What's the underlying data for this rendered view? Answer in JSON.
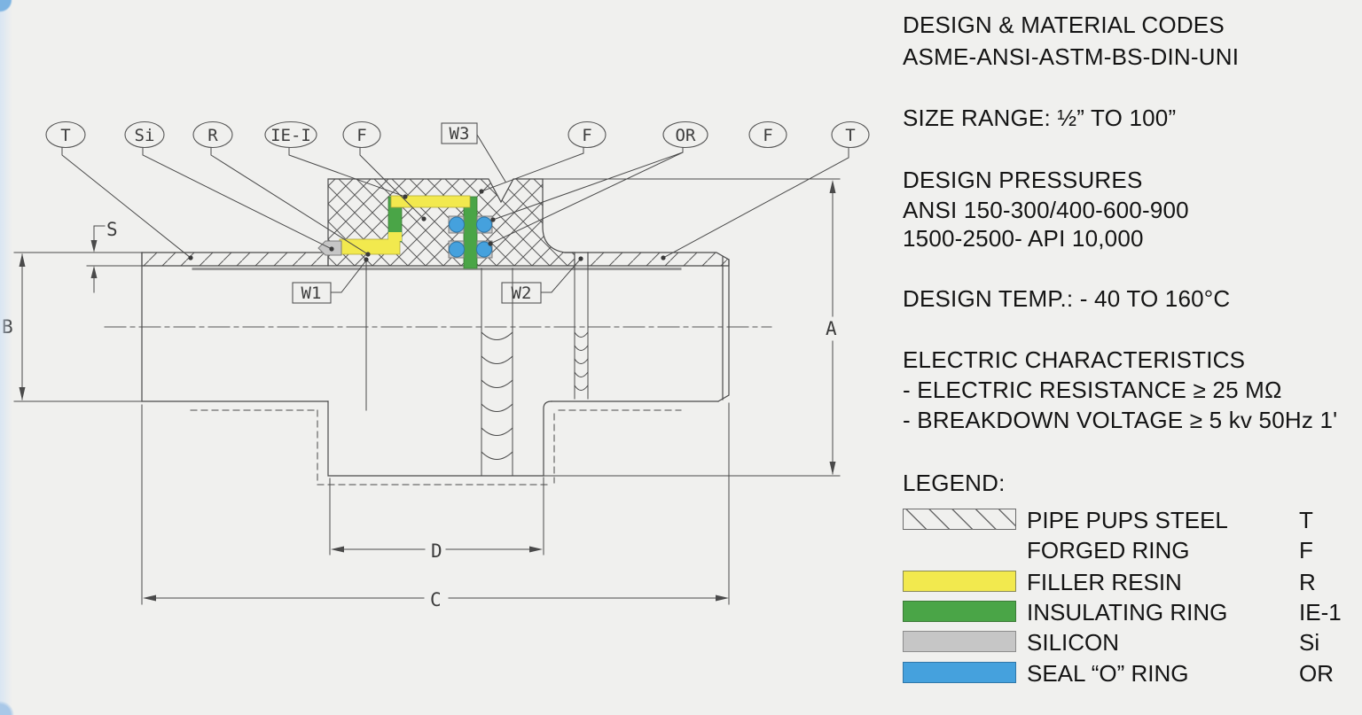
{
  "panel": {
    "codes_title": "DESIGN & MATERIAL CODES",
    "codes_value": "ASME-ANSI-ASTM-BS-DIN-UNI",
    "size_range": "SIZE RANGE: ½” TO 100”",
    "pressures_title": "DESIGN PRESSURES",
    "pressures_line1": "ANSI 150-300/400-600-900",
    "pressures_line2": "1500-2500- API 10,000",
    "design_temp": "DESIGN TEMP.: - 40 TO 160°C",
    "electric_title": "ELECTRIC CHARACTERISTICS",
    "electric_line1": "- ELECTRIC RESISTANCE ≥ 25 MΩ",
    "electric_line2": "- BREAKDOWN VOLTAGE ≥ 5 kv 50Hz 1'",
    "legend_title": "LEGEND:",
    "legend": [
      {
        "label": "PIPE PUPS STEEL",
        "code": "T",
        "swatch": "hatch",
        "color": ""
      },
      {
        "label": "FORGED RING",
        "code": "F",
        "swatch": "none",
        "color": ""
      },
      {
        "label": "FILLER RESIN",
        "code": "R",
        "swatch": "solid",
        "color": "#f2e94e"
      },
      {
        "label": "INSULATING RING",
        "code": "IE-1",
        "swatch": "solid",
        "color": "#4aa547"
      },
      {
        "label": "SILICON",
        "code": "Si",
        "swatch": "solid",
        "color": "#c6c6c6"
      },
      {
        "label": "SEAL “O” RING",
        "code": "OR",
        "swatch": "solid",
        "color": "#45a1dd"
      }
    ]
  },
  "diagram": {
    "callouts": [
      "T",
      "Si",
      "R",
      "IE-I",
      "F",
      "F",
      "OR",
      "F",
      "T"
    ],
    "weld_tags": [
      "W1",
      "W2",
      "W3"
    ],
    "dims": {
      "s": "S",
      "b": "B",
      "a": "A",
      "c": "C",
      "d": "D"
    }
  },
  "colors": {
    "background": "#f0f0ee",
    "line": "#4a4a4a",
    "filler_resin": "#f2e94e",
    "insulating_ring": "#4aa547",
    "silicon": "#c6c6c6",
    "seal_o_ring": "#45a1dd",
    "bore_liner": "#9a9a9a",
    "corner_accent": "#7db4e2"
  }
}
